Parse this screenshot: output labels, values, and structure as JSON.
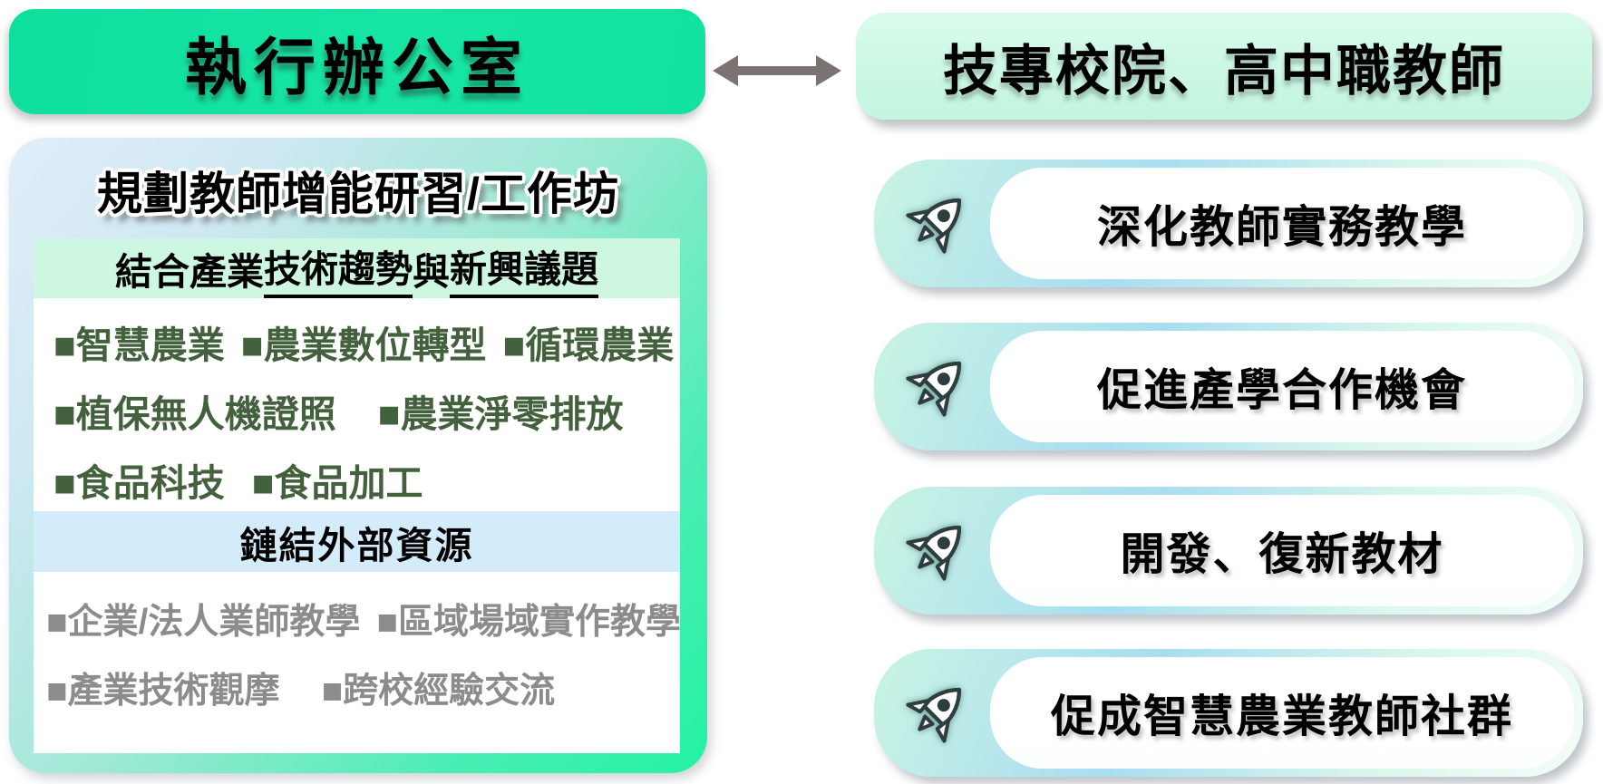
{
  "header": {
    "office_label": "執行辦公室",
    "audience_label": "技專校院、高中職教師"
  },
  "plan": {
    "title": "規劃教師增能研習/工作坊",
    "trend": {
      "heading_prefix": "結合產業",
      "heading_underline1": "技術趨勢",
      "heading_conjunction": "與",
      "heading_underline2": "新興議題",
      "rows": [
        [
          "■智慧農業",
          "■農業數位轉型",
          "■循環農業"
        ],
        [
          "■植保無人機證照",
          "■農業淨零排放"
        ],
        [
          "■食品科技",
          "■食品加工"
        ]
      ]
    },
    "resources": {
      "heading": "鏈結外部資源",
      "rows": [
        [
          "■企業/法人業師教學",
          "■區域場域實作教學"
        ],
        [
          "■產業技術觀摩",
          "■跨校經驗交流"
        ]
      ]
    }
  },
  "outcomes": [
    {
      "icon": "rocket-icon",
      "label": "深化教師實務教學"
    },
    {
      "icon": "rocket-icon",
      "label": "促進產學合作機會"
    },
    {
      "icon": "rocket-icon",
      "label": "開發、復新教材"
    },
    {
      "icon": "rocket-icon",
      "label": "促成智慧農業教師社群"
    }
  ],
  "colors": {
    "office_green": "#12e3a2",
    "audience_mint": "#c9f6e2",
    "panel_gradient_start": "#e1eef9",
    "panel_gradient_end": "#23f2a2",
    "trend_band": "#cdf7e0",
    "resource_band": "#d4ecfa",
    "trend_text": "#44613e",
    "resource_text": "#8c8c8c",
    "arrow_gray": "#7b7372"
  }
}
